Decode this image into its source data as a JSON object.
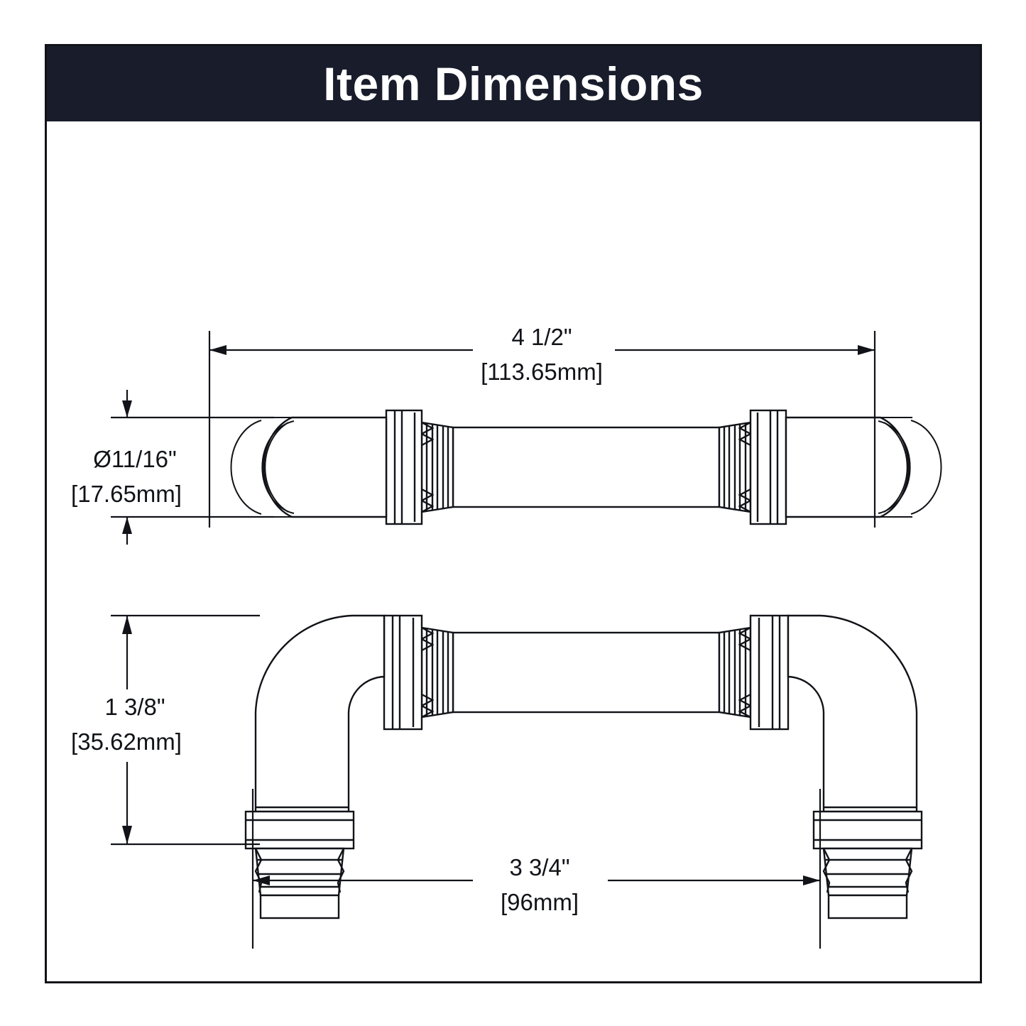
{
  "header": {
    "title": "Item Dimensions",
    "background": "#181c2b",
    "text_color": "#ffffff"
  },
  "sheet": {
    "border_color": "#111318",
    "background": "#ffffff"
  },
  "drawing": {
    "line_color": "#111318",
    "views": [
      {
        "name": "top-view",
        "label": ""
      },
      {
        "name": "front-view",
        "label": ""
      }
    ]
  },
  "dimensions": {
    "overall_length": {
      "name": "overall-length",
      "imperial": "4 1/2\"",
      "metric": "[113.65mm]",
      "orientation": "horizontal",
      "applies_to": "top-view"
    },
    "diameter": {
      "name": "diameter",
      "imperial": "Ø11/16\"",
      "metric": "[17.65mm]",
      "orientation": "vertical",
      "applies_to": "top-view"
    },
    "projection": {
      "name": "projection-height",
      "imperial": "1 3/8\"",
      "metric": "[35.62mm]",
      "orientation": "vertical",
      "applies_to": "front-view"
    },
    "center_to_center": {
      "name": "center-to-center",
      "imperial": "3 3/4\"",
      "metric": "[96mm]",
      "orientation": "horizontal",
      "applies_to": "front-view"
    }
  }
}
